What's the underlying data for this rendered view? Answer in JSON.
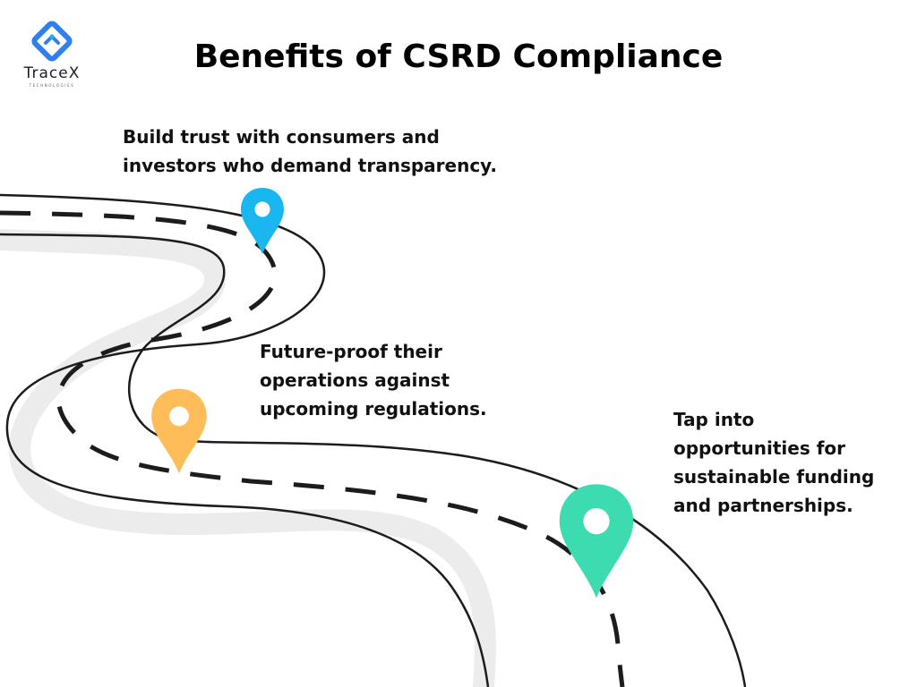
{
  "title": "Benefits of CSRD Compliance",
  "brand": {
    "name": "TraceX",
    "tagline": "TECHNOLOGIES",
    "logo_icon": "tracex-logo-icon",
    "color": "#2f80ed"
  },
  "benefits": [
    {
      "lines": [
        "Build trust with consumers and",
        "investors who demand transparency."
      ],
      "pin_color": "#1ab6ef",
      "pin_icon": "map-pin-icon"
    },
    {
      "lines": [
        "Future-proof their",
        "operations against",
        "upcoming regulations."
      ],
      "pin_color": "#ffbd59",
      "pin_icon": "map-pin-icon"
    },
    {
      "lines": [
        "Tap into",
        "opportunities for",
        "sustainable funding",
        "and partnerships."
      ],
      "pin_color": "#3ddcb0",
      "pin_icon": "map-pin-icon"
    }
  ],
  "colors": {
    "road_outline": "#1c1c1c",
    "road_dash": "#1c1c1c",
    "road_shadow": "#ebebeb",
    "text": "#111111",
    "background": "#ffffff"
  }
}
